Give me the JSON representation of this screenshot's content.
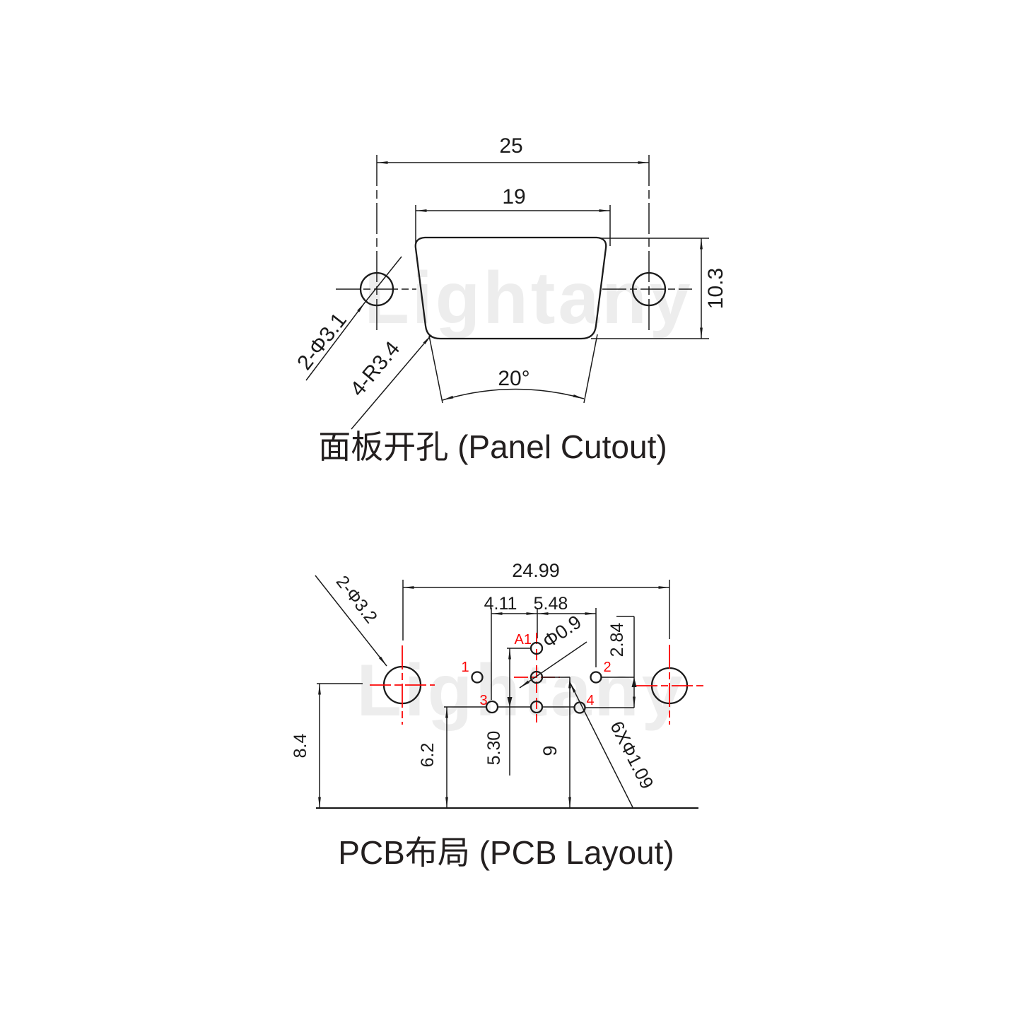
{
  "watermark": "Lightany",
  "colors": {
    "line": "#1b1b1b",
    "accent_red": "#fb0505",
    "watermark": "#ededed"
  },
  "panel_cutout": {
    "caption": "面板开孔 (Panel Cutout)",
    "dims": {
      "hole_spacing": "25",
      "cutout_width": "19",
      "cutout_height": "10.3",
      "side_angle": "20°",
      "mount_holes": "2-Φ3.1",
      "corner_radius": "4-R3.4"
    }
  },
  "pcb_layout": {
    "caption": "PCB布局 (PCB Layout)",
    "dims": {
      "hole_spacing": "24.99",
      "pitch_left": "4.11",
      "pitch_right": "5.48",
      "row_gap": "2.84",
      "a1_to_row2": "5.30",
      "row2_to_edge": "6.2",
      "center_to_edge": "9",
      "hole_to_edge": "8.4",
      "mount_holes": "2-Φ3.2",
      "center_pin_dia": "Φ0.9",
      "pin_dia": "6XΦ1.09"
    },
    "pins": [
      {
        "label": "A1"
      },
      {
        "label": "1"
      },
      {
        "label": "2"
      },
      {
        "label": "3"
      },
      {
        "label": "4"
      }
    ]
  }
}
